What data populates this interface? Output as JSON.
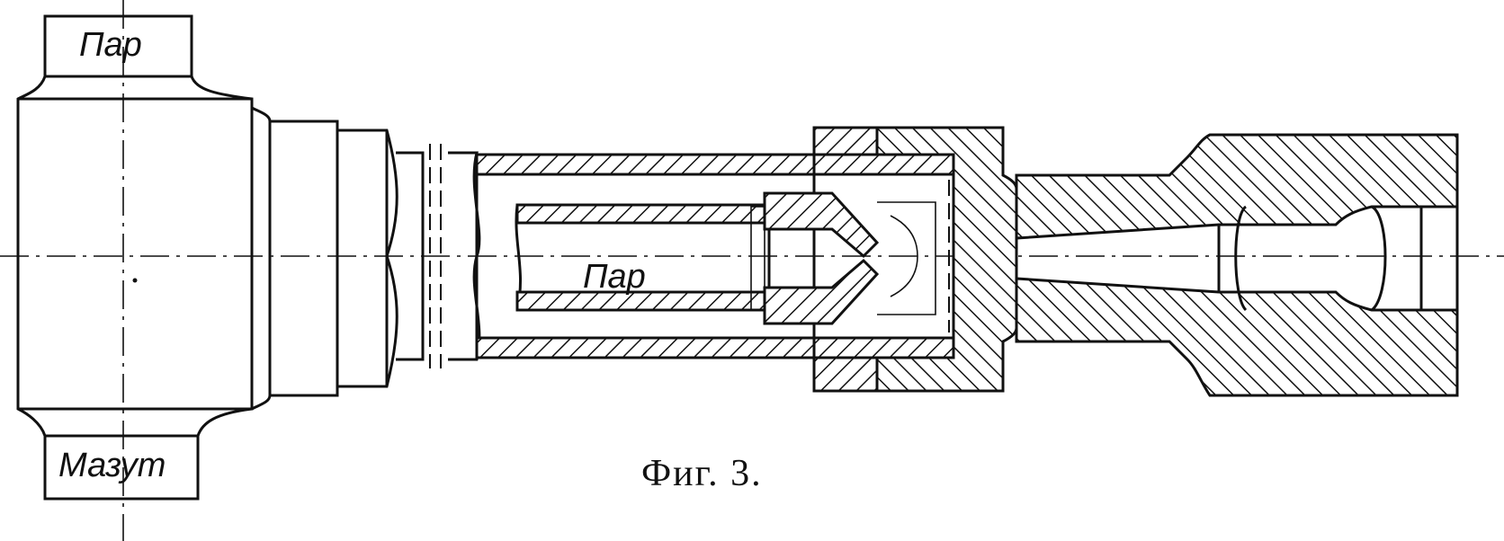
{
  "labels": {
    "steam_top": "Пар",
    "steam_inner": "Пар",
    "fuel_oil": "Мазут"
  },
  "caption": "Фиг. 3."
}
